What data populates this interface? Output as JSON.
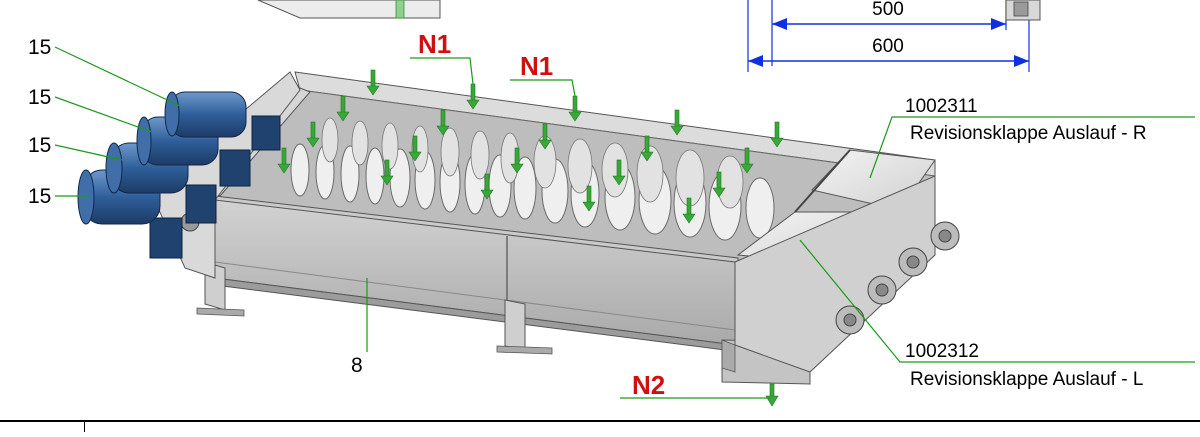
{
  "callouts": {
    "motor_item": "15",
    "trough_item": "8",
    "right_hatch_number": "1002311",
    "right_hatch_name": "Revisionsklappe Auslauf - R",
    "left_hatch_number": "1002312",
    "left_hatch_name": "Revisionsklappe Auslauf - L"
  },
  "nozzles": {
    "inlet": "N1",
    "outlet": "N2"
  },
  "dimensions": {
    "inner_width": "500",
    "outer_width": "600"
  },
  "colors": {
    "leader": "#1a9a1a",
    "dimension": "#1030e0",
    "nozzle_text": "#d01010",
    "steel": "#c9c9c9",
    "motor": "#2f5f9a",
    "flow_arrow": "#38a838"
  }
}
